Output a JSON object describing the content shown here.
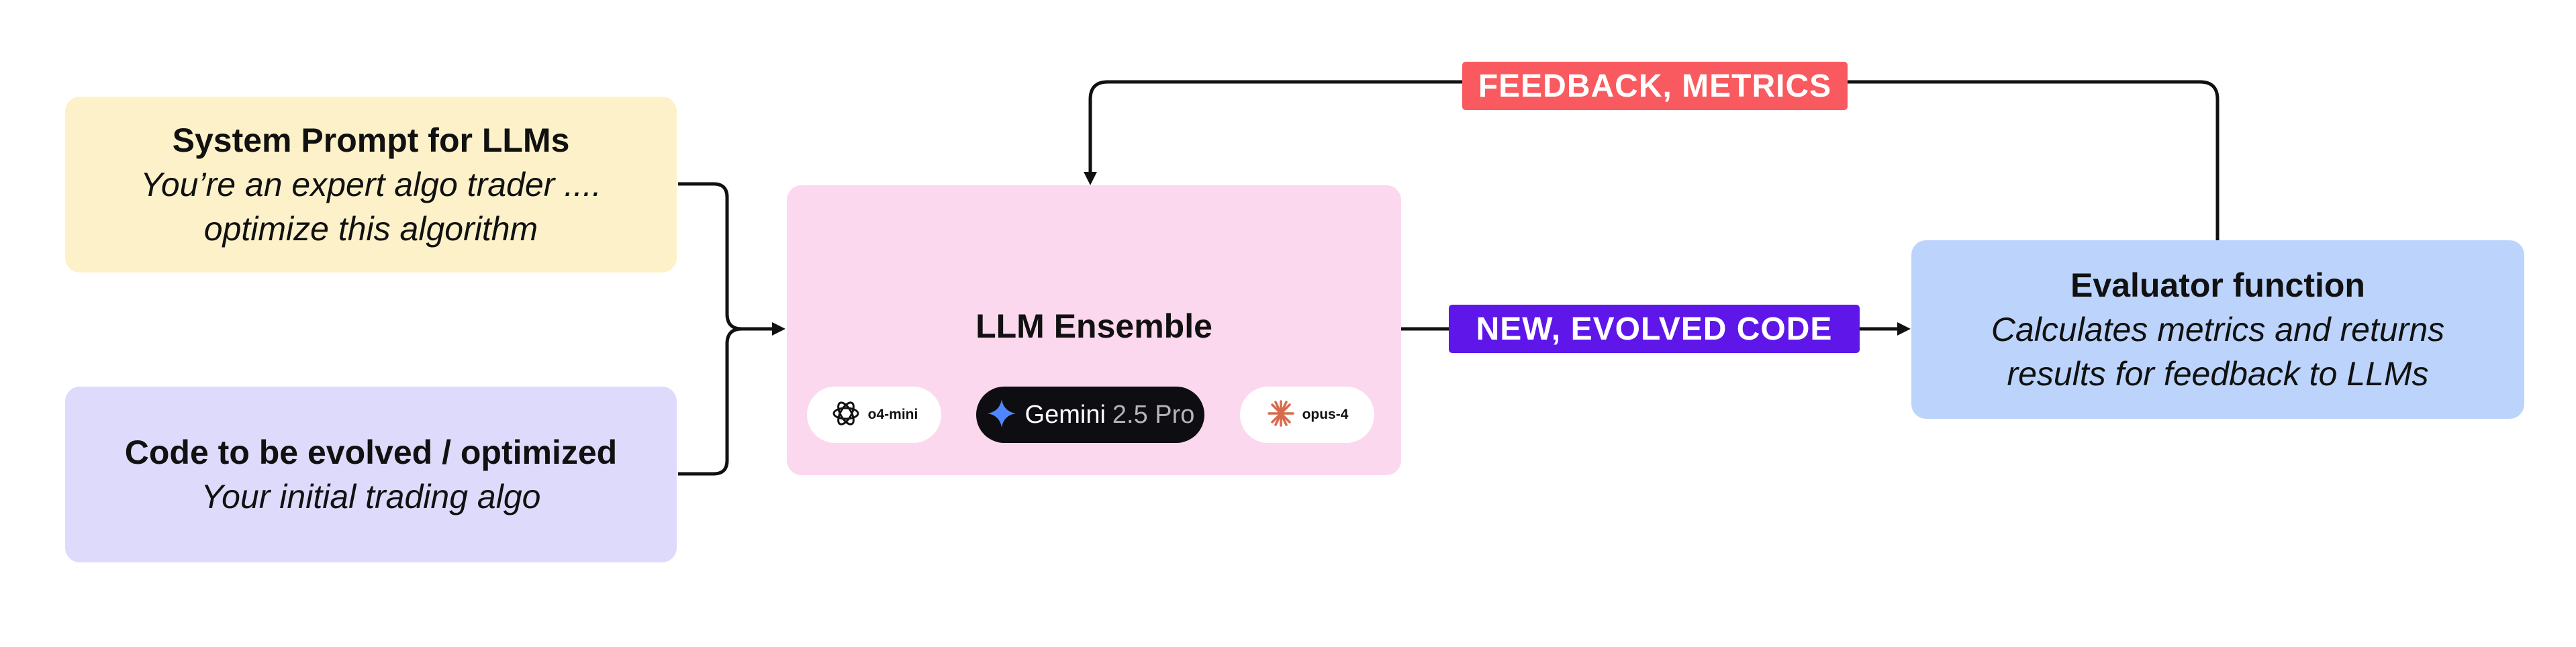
{
  "colors": {
    "system_prompt_box": "#fdf1c9",
    "code_box": "#dedafb",
    "llm_box": "#fcd8ee",
    "evaluator_box": "#bcd4fb",
    "feedback_tag": "#f85a5f",
    "new_code_tag": "#5f17e9",
    "arrows": "#111111",
    "gemini_star": "#4f86ff",
    "opus_burst": "#d76a4c"
  },
  "system_prompt": {
    "title": "System Prompt for LLMs",
    "line1": "You’re an expert algo trader ....",
    "line2": "optimize this algorithm"
  },
  "code_input": {
    "title": "Code to be evolved / optimized",
    "line1": "Your initial trading algo"
  },
  "llm_ensemble": {
    "title": "LLM Ensemble",
    "models": [
      {
        "label": "o4-mini",
        "icon": "openai-icon"
      },
      {
        "name": "Gemini",
        "version": "2.5 Pro",
        "icon": "gemini-star-icon"
      },
      {
        "label": "opus-4",
        "icon": "anthropic-burst-icon"
      }
    ]
  },
  "evaluator": {
    "title": "Evaluator function",
    "line1": "Calculates metrics and returns",
    "line2": "results for  feedback to LLMs"
  },
  "tags": {
    "feedback": "FEEDBACK, METRICS",
    "new_code": "NEW, EVOLVED CODE"
  }
}
